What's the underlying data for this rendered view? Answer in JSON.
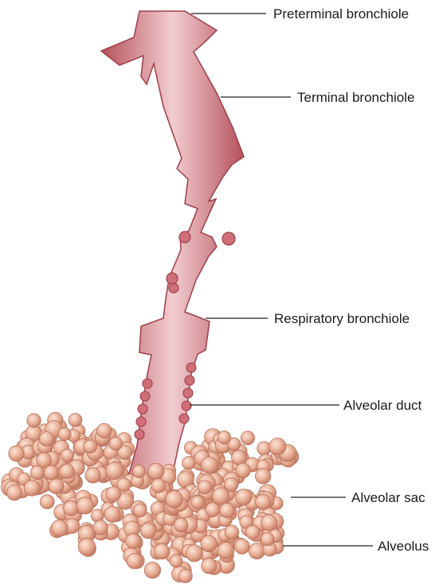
{
  "labels": {
    "preterminal": "Preterminal bronchiole",
    "terminal": "Terminal bronchiole",
    "respiratory": "Respiratory bronchiole",
    "duct": "Alveolar duct",
    "sac": "Alveolar sac",
    "alveolus": "Alveolus"
  },
  "colors": {
    "airway_fill": "#c9656e",
    "airway_edge": "#9e3e49",
    "airway_highlight": "#f5d6d8",
    "alveolus_fill": "#e3a68e",
    "alveolus_edge": "#b8735e",
    "alveolus_highlight": "#fbe4d8",
    "leader": "#222222"
  }
}
